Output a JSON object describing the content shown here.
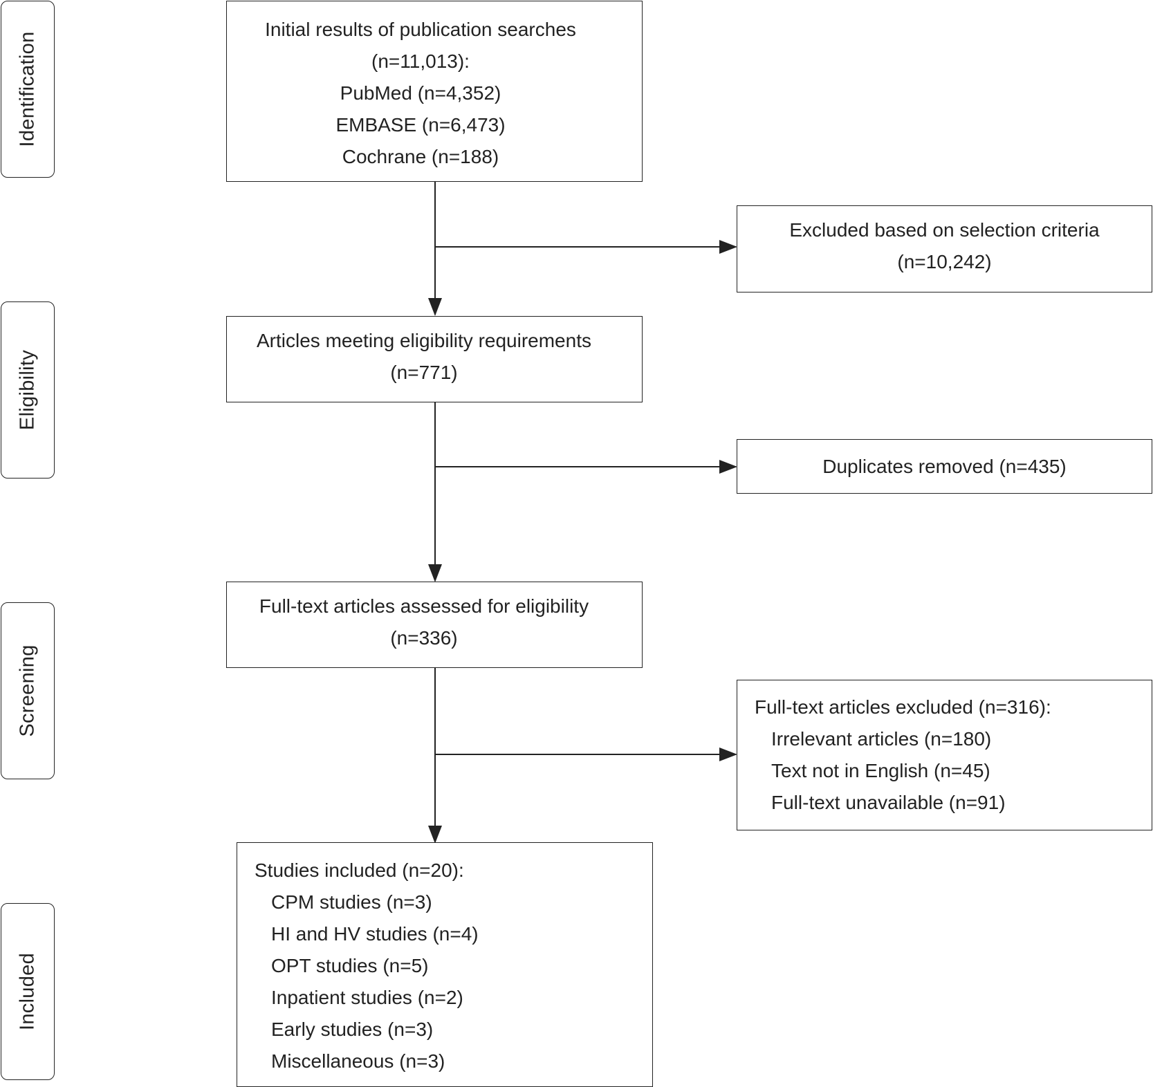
{
  "phases": {
    "identification": "Identification",
    "eligibility": "Eligibility",
    "screening": "Screening",
    "included": "Included"
  },
  "initial": {
    "line1": "Initial results of publication searches",
    "line2": "(n=11,013):",
    "line3": "PubMed (n=4,352)",
    "line4": "EMBASE (n=6,473)",
    "line5": "Cochrane (n=188)"
  },
  "excluded_criteria": {
    "line1": "Excluded based on selection criteria",
    "line2": "(n=10,242)"
  },
  "eligible": {
    "line1": "Articles meeting eligibility requirements",
    "line2": "(n=771)"
  },
  "duplicates": {
    "line1": "Duplicates removed (n=435)"
  },
  "fulltext": {
    "line1": "Full-text articles assessed for eligibility",
    "line2": "(n=336)"
  },
  "fulltext_excluded": {
    "title": "Full-text articles excluded (n=316):",
    "items": [
      "Irrelevant articles (n=180)",
      "Text not in English (n=45)",
      "Full-text unavailable (n=91)"
    ]
  },
  "included": {
    "title": "Studies included (n=20):",
    "items": [
      "CPM studies (n=3)",
      "HI and HV studies (n=4)",
      "OPT studies (n=5)",
      "Inpatient studies (n=2)",
      "Early studies (n=3)",
      "Miscellaneous (n=3)"
    ]
  }
}
